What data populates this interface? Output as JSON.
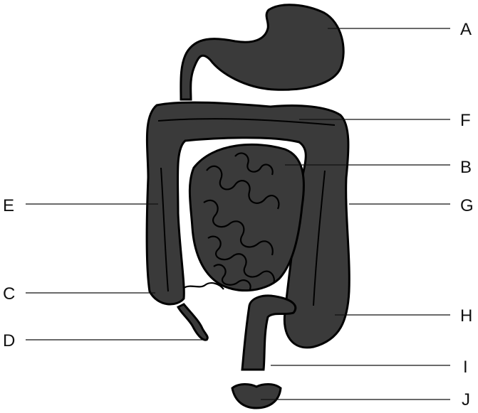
{
  "labels": {
    "A": "A",
    "B": "B",
    "C": "C",
    "D": "D",
    "E": "E",
    "F": "F",
    "G": "G",
    "H": "H",
    "I": "I",
    "J": "J"
  },
  "colors": {
    "ink": "#000000",
    "shade": "#3a3a3a",
    "paper": "#ffffff"
  }
}
